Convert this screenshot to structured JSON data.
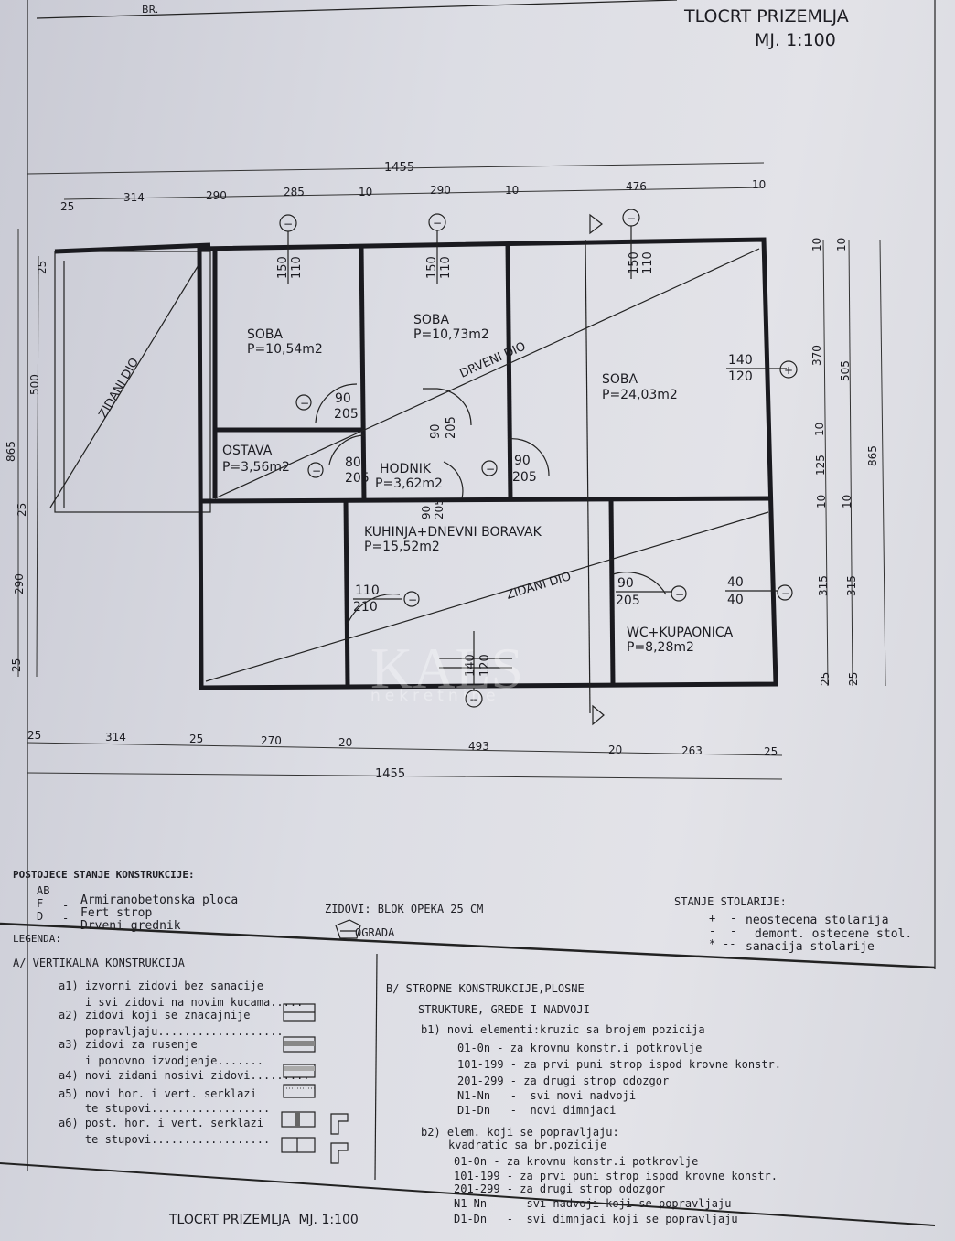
{
  "title": {
    "main": "TLOCRT PRIZEMLJA",
    "scale": "MJ. 1:100",
    "corner": "BR.",
    "footer": "TLOCRT PRIZEMLJA  MJ. 1:100"
  },
  "watermark": {
    "brand": "KALS",
    "sub": "nekretnine"
  },
  "dimensions": {
    "top_total": "1455",
    "top": [
      "25",
      "314",
      "290",
      "285",
      "10",
      "290",
      "10",
      "476",
      "10"
    ],
    "bottom_total": "1455",
    "bottom": [
      "25",
      "314",
      "25",
      "270",
      "20",
      "493",
      "20",
      "263",
      "25"
    ],
    "left": [
      "25",
      "500",
      "25",
      "290",
      "25"
    ],
    "left_total": "865",
    "right_inner": [
      "10",
      "370",
      "10",
      "125",
      "10",
      "315",
      "25"
    ],
    "right_outer": [
      "10",
      "505",
      "10",
      "315",
      "25"
    ],
    "right_total": "865"
  },
  "rooms": [
    {
      "name": "SOBA",
      "area": "P=10,54m2"
    },
    {
      "name": "SOBA",
      "area": "P=10,73m2"
    },
    {
      "name": "SOBA",
      "area": "P=24,03m2"
    },
    {
      "name": "OSTAVA",
      "area": "P=3,56m2"
    },
    {
      "name": "HODNIK",
      "area": "P=3,62m2"
    },
    {
      "name": "KUHINJA+DNEVNI BORAVAK",
      "area": "P=15,52m2"
    },
    {
      "name": "WC+KUPAONICA",
      "area": "P=8,28m2"
    }
  ],
  "labels": {
    "zidani_dio": "ZIDANI DIO",
    "drveni_dio": "DRVENI DIO"
  },
  "openings": [
    {
      "w": "150",
      "h": "110",
      "sign": "−"
    },
    {
      "w": "150",
      "h": "110",
      "sign": "−"
    },
    {
      "w": "150",
      "h": "110",
      "sign": "−"
    },
    {
      "w": "140",
      "h": "120",
      "sign": "+"
    },
    {
      "w": "90",
      "h": "205",
      "sign": "−"
    },
    {
      "w": "90",
      "h": "205",
      "sign": ""
    },
    {
      "w": "80",
      "h": "205",
      "sign": "−"
    },
    {
      "w": "90",
      "h": "205",
      "sign": "−"
    },
    {
      "w": "90",
      "h": "205",
      "sign": ""
    },
    {
      "w": "110",
      "h": "210",
      "sign": "−"
    },
    {
      "w": "90",
      "h": "205",
      "sign": "−"
    },
    {
      "w": "40",
      "h": "40",
      "sign": "−"
    },
    {
      "w": "140",
      "h": "120",
      "sign": "−"
    }
  ],
  "legend": {
    "existing_title": "POSTOJECE STANJE KONSTRUKCIJE:",
    "existing": [
      {
        "code": "AB",
        "dash": "-",
        "text": "Armiranobetonska ploca"
      },
      {
        "code": "F",
        "dash": "-",
        "text": "Fert strop"
      },
      {
        "code": "D",
        "dash": "-",
        "text": "Drveni grednik"
      }
    ],
    "walls": "ZIDOVI: BLOK OPEKA 25 CM",
    "fence": "OGRADA",
    "joinery_title": "STANJE STOLARIJE:",
    "joinery": [
      {
        "sym": "+",
        "dash": "-",
        "text": "neostecena stolarija"
      },
      {
        "sym": "-",
        "dash": "-",
        "text": "demont. ostecene stol."
      },
      {
        "sym": "*",
        "dash": "--",
        "text": "sanacija stolarije"
      }
    ],
    "legend_title": "LEGENDA:",
    "a_title": "A/ VERTIKALNA KONSTRUKCIJA",
    "a_items": [
      "a1) izvorni zidovi bez sanacije",
      "    i svi zidovi na novim kucama.....",
      "a2) zidovi koji se znacajnije",
      "    popravljaju...................",
      "a3) zidovi za rusenje",
      "    i ponovno izvodjenje.......",
      "a4) novi zidani nosivi zidovi.........",
      "a5) novi hor. i vert. serklazi",
      "    te stupovi..................",
      "a6) post. hor. i vert. serklazi",
      "    te stupovi.................."
    ],
    "b_title": "B/ STROPNE KONSTRUKCIJE,PLOSNE",
    "b_title2": "STRUKTURE, GREDE I NADVOJI",
    "b1_title": "b1) novi elementi:kruzic sa brojem pozicija",
    "b1": [
      "01-0n - za krovnu konstr.i potkrovlje",
      "101-199 - za prvi puni strop ispod krovne konstr.",
      "201-299 - za drugi strop odozgor",
      "N1-Nn   -  svi novi nadvoji",
      "D1-Dn   -  novi dimnjaci"
    ],
    "b2_title": "b2) elem. koji se popravljaju:",
    "b2_title2": "kvadratic sa br.pozicije",
    "b2": [
      "01-0n - za krovnu konstr.i potkrovlje",
      "101-199 - za prvi puni strop ispod krovne konstr.",
      "201-299 - za drugi strop odozgor",
      "N1-Nn   -  svi nadvoji koji se popravljaju",
      "D1-Dn   -  svi dimnjaci koji se popravljaju"
    ]
  }
}
